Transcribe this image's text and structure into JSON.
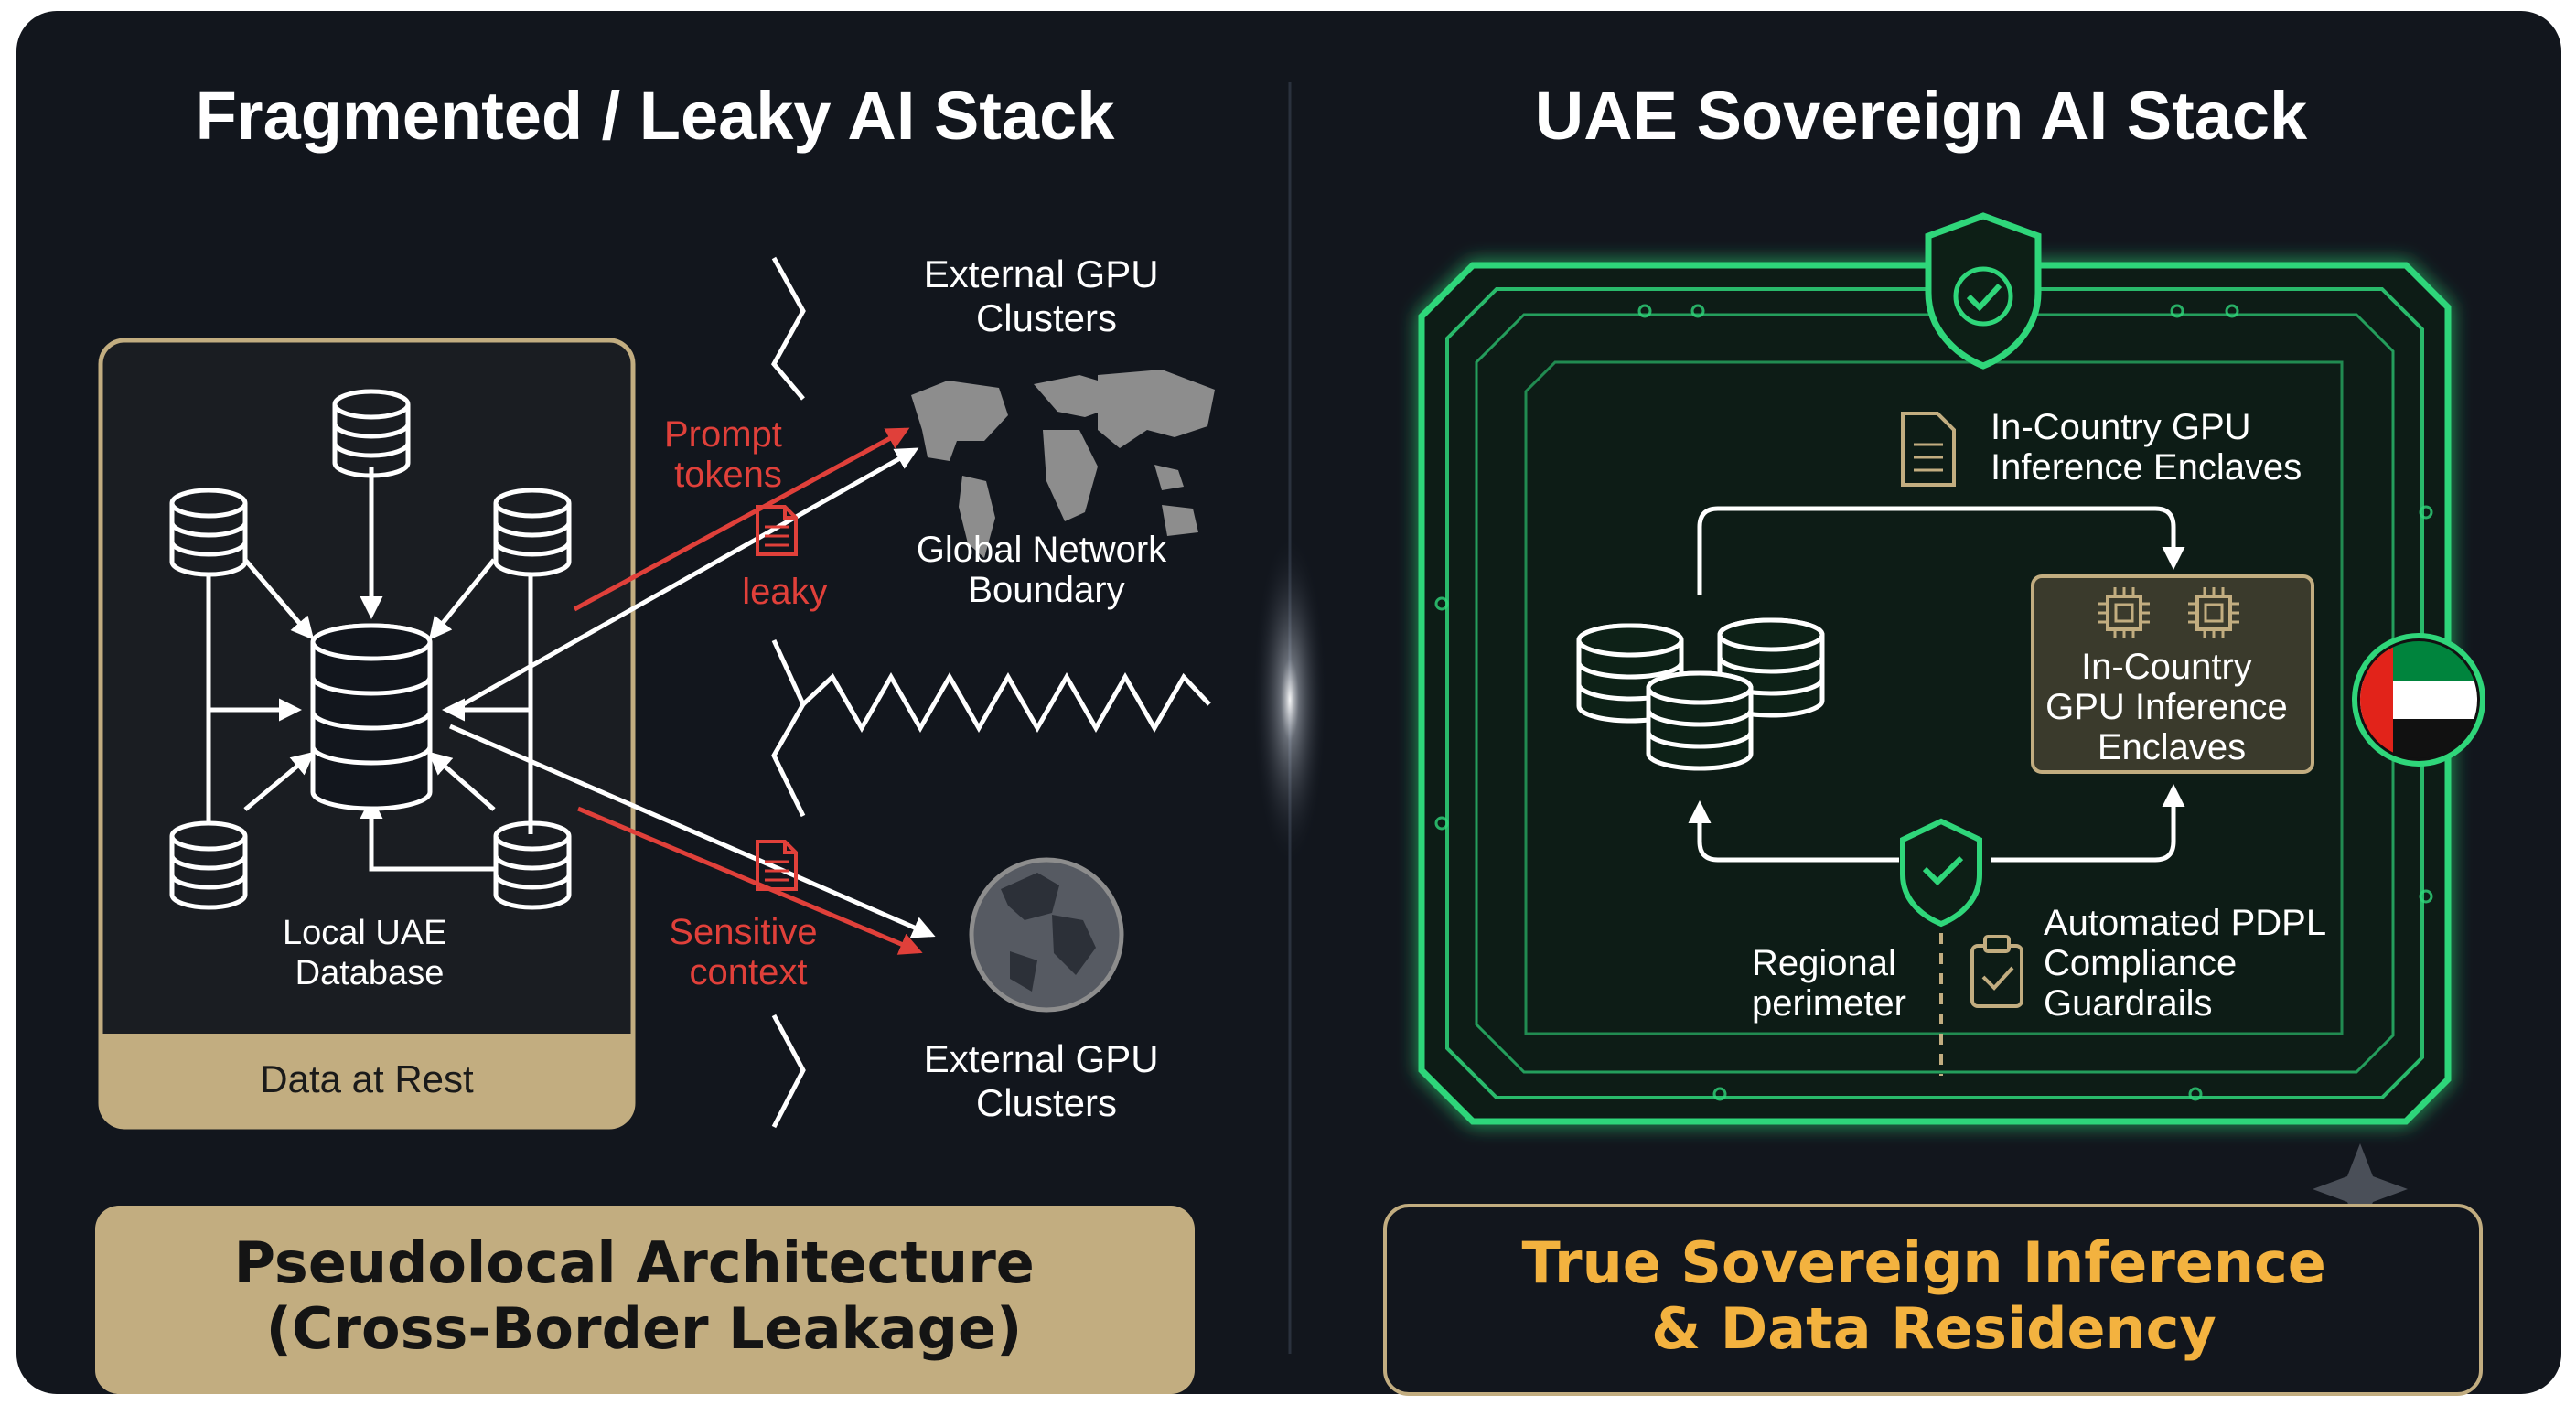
{
  "left": {
    "title": "Fragmented / Leaky AI Stack",
    "database_label": [
      "Local UAE",
      "Database"
    ],
    "data_at_rest": "Data at Rest",
    "flow_labels": {
      "prompt_tokens": [
        "Prompt",
        "tokens"
      ],
      "leaky": "leaky",
      "sensitive_context": [
        "Sensitive",
        "context"
      ]
    },
    "external_top": [
      "External GPU",
      "Clusters"
    ],
    "global_network": [
      "Global Network",
      "Boundary"
    ],
    "external_bottom": [
      "External GPU",
      "Clusters"
    ],
    "footer": [
      "Pseudolocal Architecture",
      "(Cross-Border Leakage)"
    ]
  },
  "right": {
    "title": "UAE Sovereign AI Stack",
    "doc_label": [
      "In-Country GPU",
      "Inference Enclaves"
    ],
    "enclave_box": [
      "In-Country",
      "GPU Inference",
      "Enclaves"
    ],
    "regional_perimeter": [
      "Regional",
      "perimeter"
    ],
    "compliance": [
      "Automated PDPL",
      "Compliance",
      "Guardrails"
    ],
    "footer": [
      "True Sovereign Inference",
      "& Data Residency"
    ]
  },
  "colors": {
    "background": "#0d1117",
    "panel": "#161a21",
    "gold": "#c2ad80",
    "gold_dark": "#8f7c55",
    "red": "#e0403a",
    "green": "#2fd67a",
    "amber_text": "#f3b23f",
    "white": "#ffffff"
  },
  "icons": [
    "database-icon",
    "document-icon",
    "world-map-icon",
    "globe-icon",
    "shield-check-icon",
    "chip-icon",
    "clipboard-check-icon",
    "uae-flag-icon",
    "sparkle-icon"
  ]
}
